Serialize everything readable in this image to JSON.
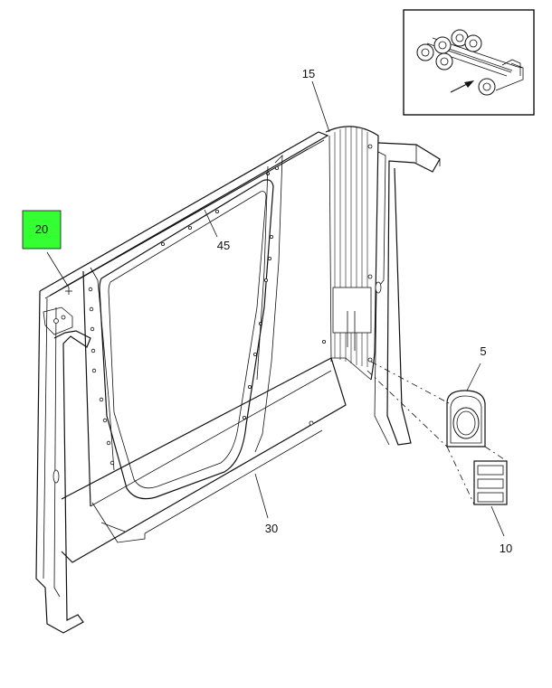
{
  "diagram": {
    "callouts": {
      "c15": "15",
      "c20": "20",
      "c45": "45",
      "c5": "5",
      "c30": "30",
      "c10": "10"
    },
    "highlight": {
      "callout": "20",
      "color": "#33ff33"
    },
    "colors": {
      "line": "#111111",
      "background": "#ffffff"
    }
  }
}
